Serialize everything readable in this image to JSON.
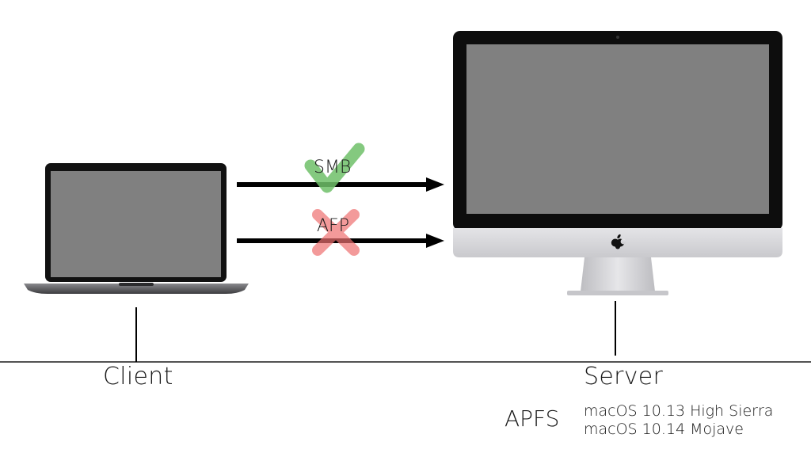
{
  "protocols": [
    {
      "label": "SMB",
      "status": "supported",
      "status_icon": "check-icon",
      "status_color": "#7cc576"
    },
    {
      "label": "AFP",
      "status": "unsupported",
      "status_icon": "cross-icon",
      "status_color": "#f08080"
    }
  ],
  "client": {
    "label": "Client",
    "device_icon": "laptop-icon"
  },
  "server": {
    "label": "Server",
    "device_icon": "imac-icon",
    "filesystem": "APFS",
    "os_versions": [
      "macOS 10.13 High Sierra",
      "macOS 10.14 Mojave"
    ]
  },
  "colors": {
    "screen": "#808080",
    "bezel": "#0d0d0d",
    "chassis": "#d9d9dc",
    "line": "#000000"
  }
}
